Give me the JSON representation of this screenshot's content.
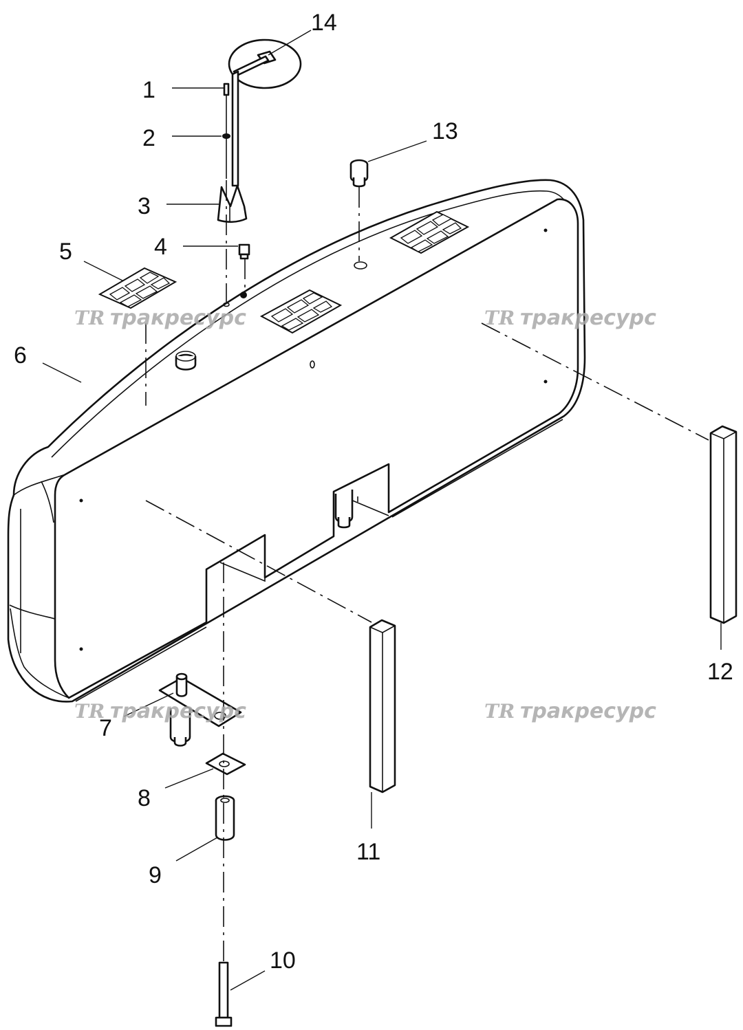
{
  "labels": [
    "1",
    "2",
    "3",
    "4",
    "5",
    "6",
    "7",
    "8",
    "9",
    "10",
    "11",
    "12",
    "13",
    "14"
  ],
  "watermark": {
    "logo": "TR",
    "text": "тракресурс"
  },
  "colors": {
    "line": "#111111",
    "watermark": "#a9a9a9",
    "background": "#ffffff"
  }
}
